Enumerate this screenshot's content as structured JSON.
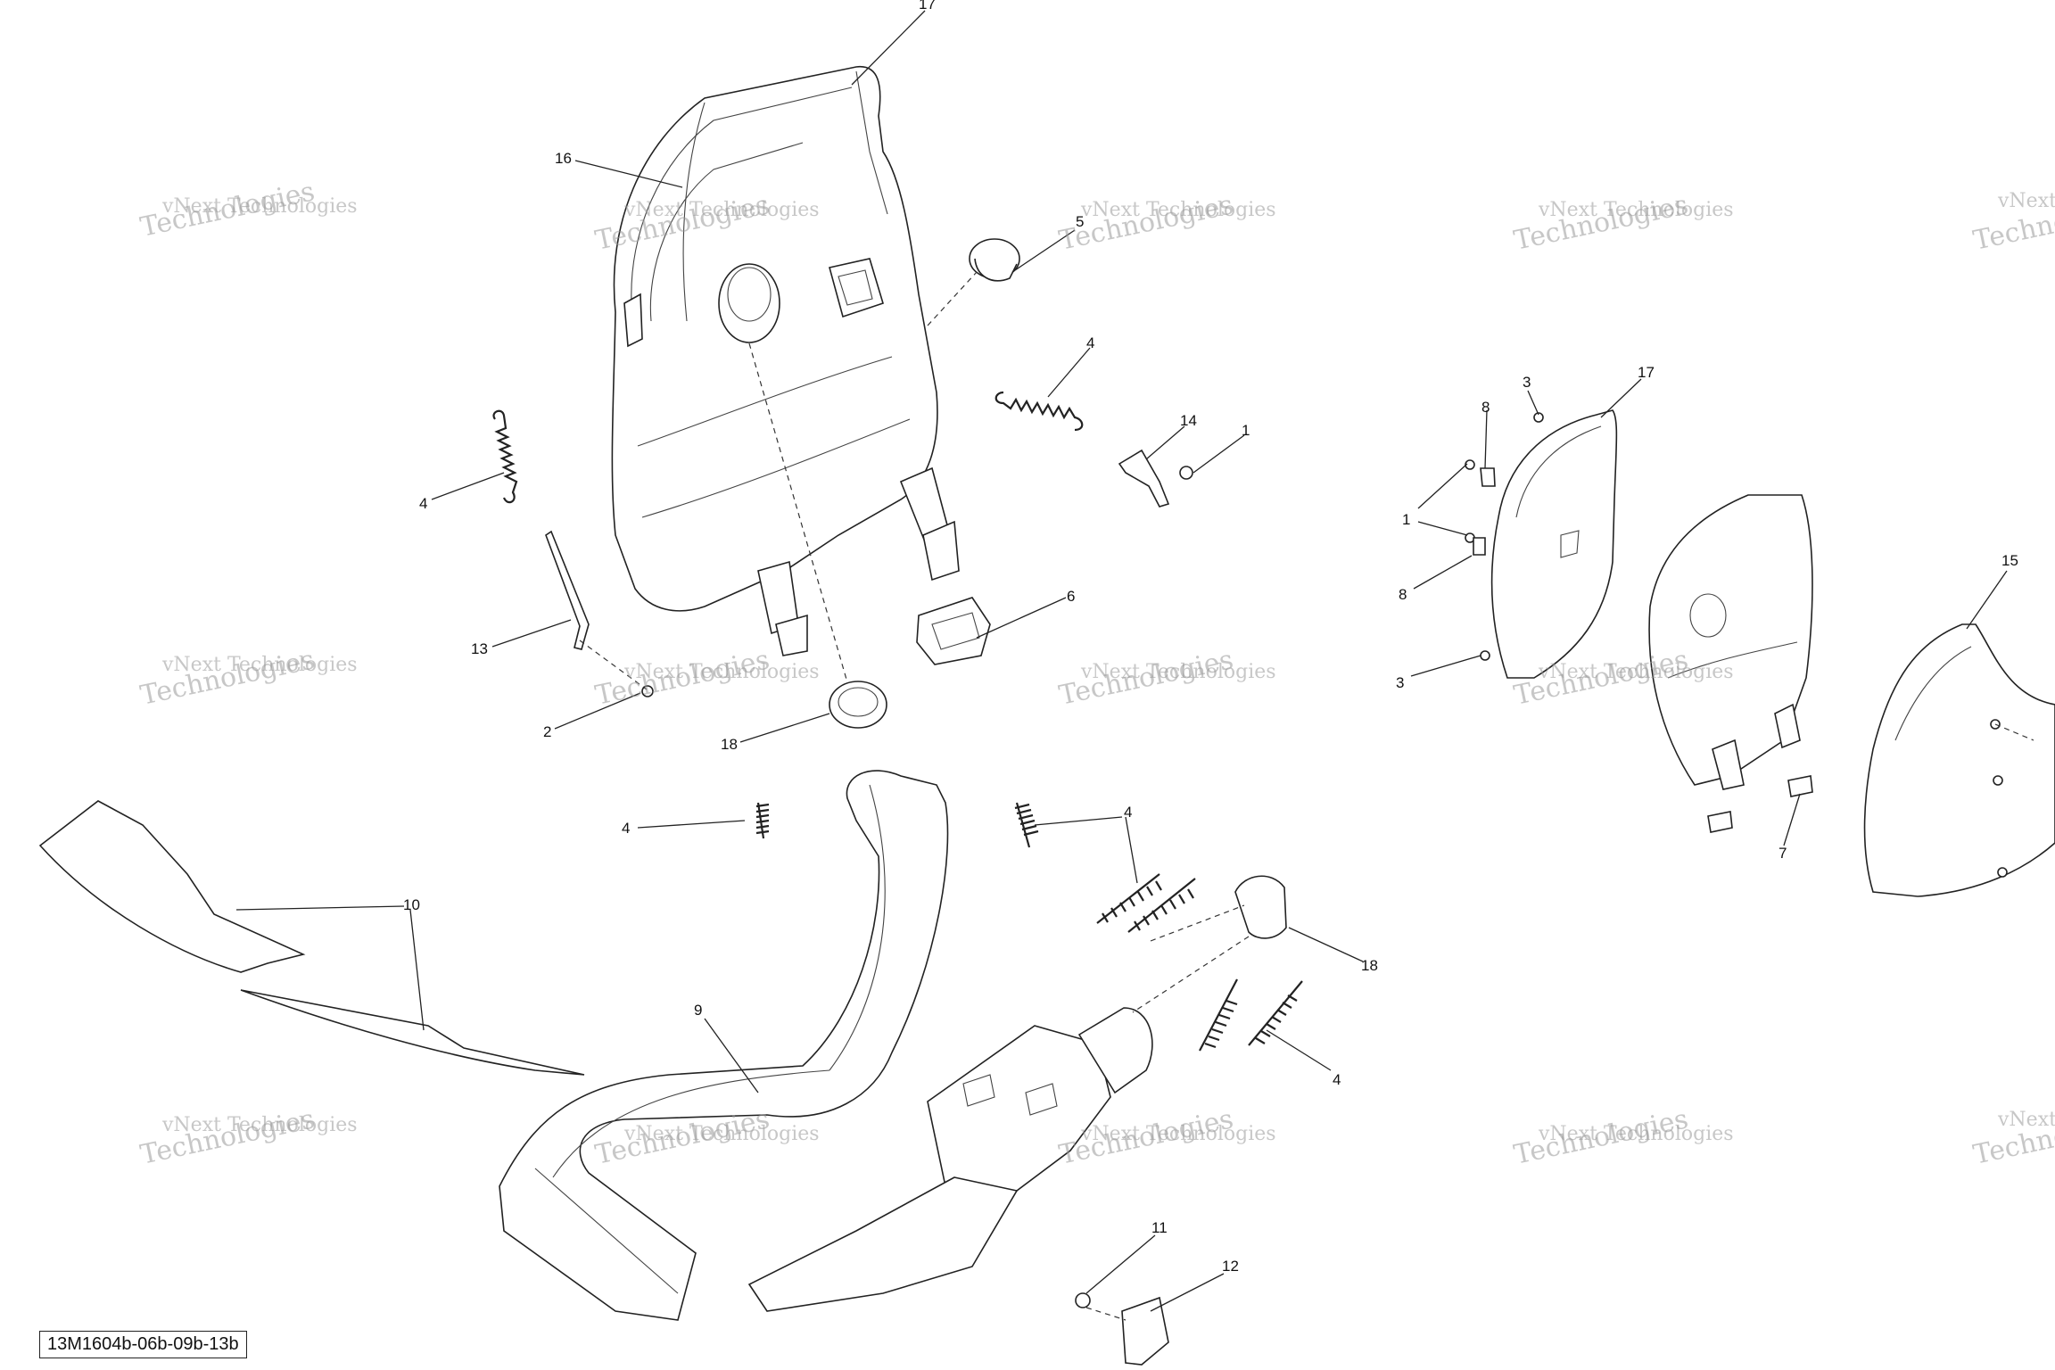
{
  "reference_code": "13M1604b-06b-09b-13b",
  "watermark": {
    "line1": "vNext Technologies",
    "line2": "Technologies",
    "line3": "vNext"
  },
  "callouts": [
    {
      "id": "c17a",
      "label": "17"
    },
    {
      "id": "c16",
      "label": "16"
    },
    {
      "id": "c5",
      "label": "5"
    },
    {
      "id": "c4a",
      "label": "4"
    },
    {
      "id": "c14",
      "label": "14"
    },
    {
      "id": "c1a",
      "label": "1"
    },
    {
      "id": "c4b",
      "label": "4"
    },
    {
      "id": "c13",
      "label": "13"
    },
    {
      "id": "c6",
      "label": "6"
    },
    {
      "id": "c2",
      "label": "2"
    },
    {
      "id": "c18a",
      "label": "18"
    },
    {
      "id": "c4c",
      "label": "4"
    },
    {
      "id": "c4d",
      "label": "4"
    },
    {
      "id": "c10",
      "label": "10"
    },
    {
      "id": "c18b",
      "label": "18"
    },
    {
      "id": "c9",
      "label": "9"
    },
    {
      "id": "c4e",
      "label": "4"
    },
    {
      "id": "c11",
      "label": "11"
    },
    {
      "id": "c12",
      "label": "12"
    },
    {
      "id": "c3a",
      "label": "3"
    },
    {
      "id": "c17b",
      "label": "17"
    },
    {
      "id": "c8a",
      "label": "8"
    },
    {
      "id": "c1b",
      "label": "1"
    },
    {
      "id": "c8b",
      "label": "8"
    },
    {
      "id": "c3b",
      "label": "3"
    },
    {
      "id": "c15",
      "label": "15"
    },
    {
      "id": "c7",
      "label": "7"
    }
  ]
}
